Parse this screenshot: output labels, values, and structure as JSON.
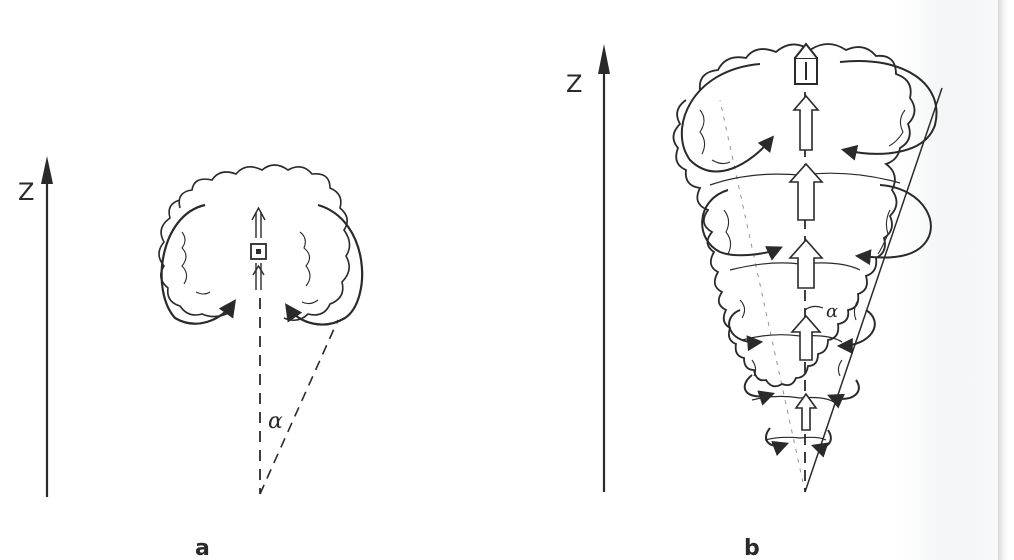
{
  "panel_a": {
    "axis_label": "Z",
    "angle_label": "α",
    "caption": "a"
  },
  "panel_b": {
    "axis_label": "Z",
    "angle_label": "α",
    "caption": "b"
  },
  "colors": {
    "ink": "#2a2a2a",
    "paper": "#ffffff",
    "edge": "#d8d8d8"
  }
}
